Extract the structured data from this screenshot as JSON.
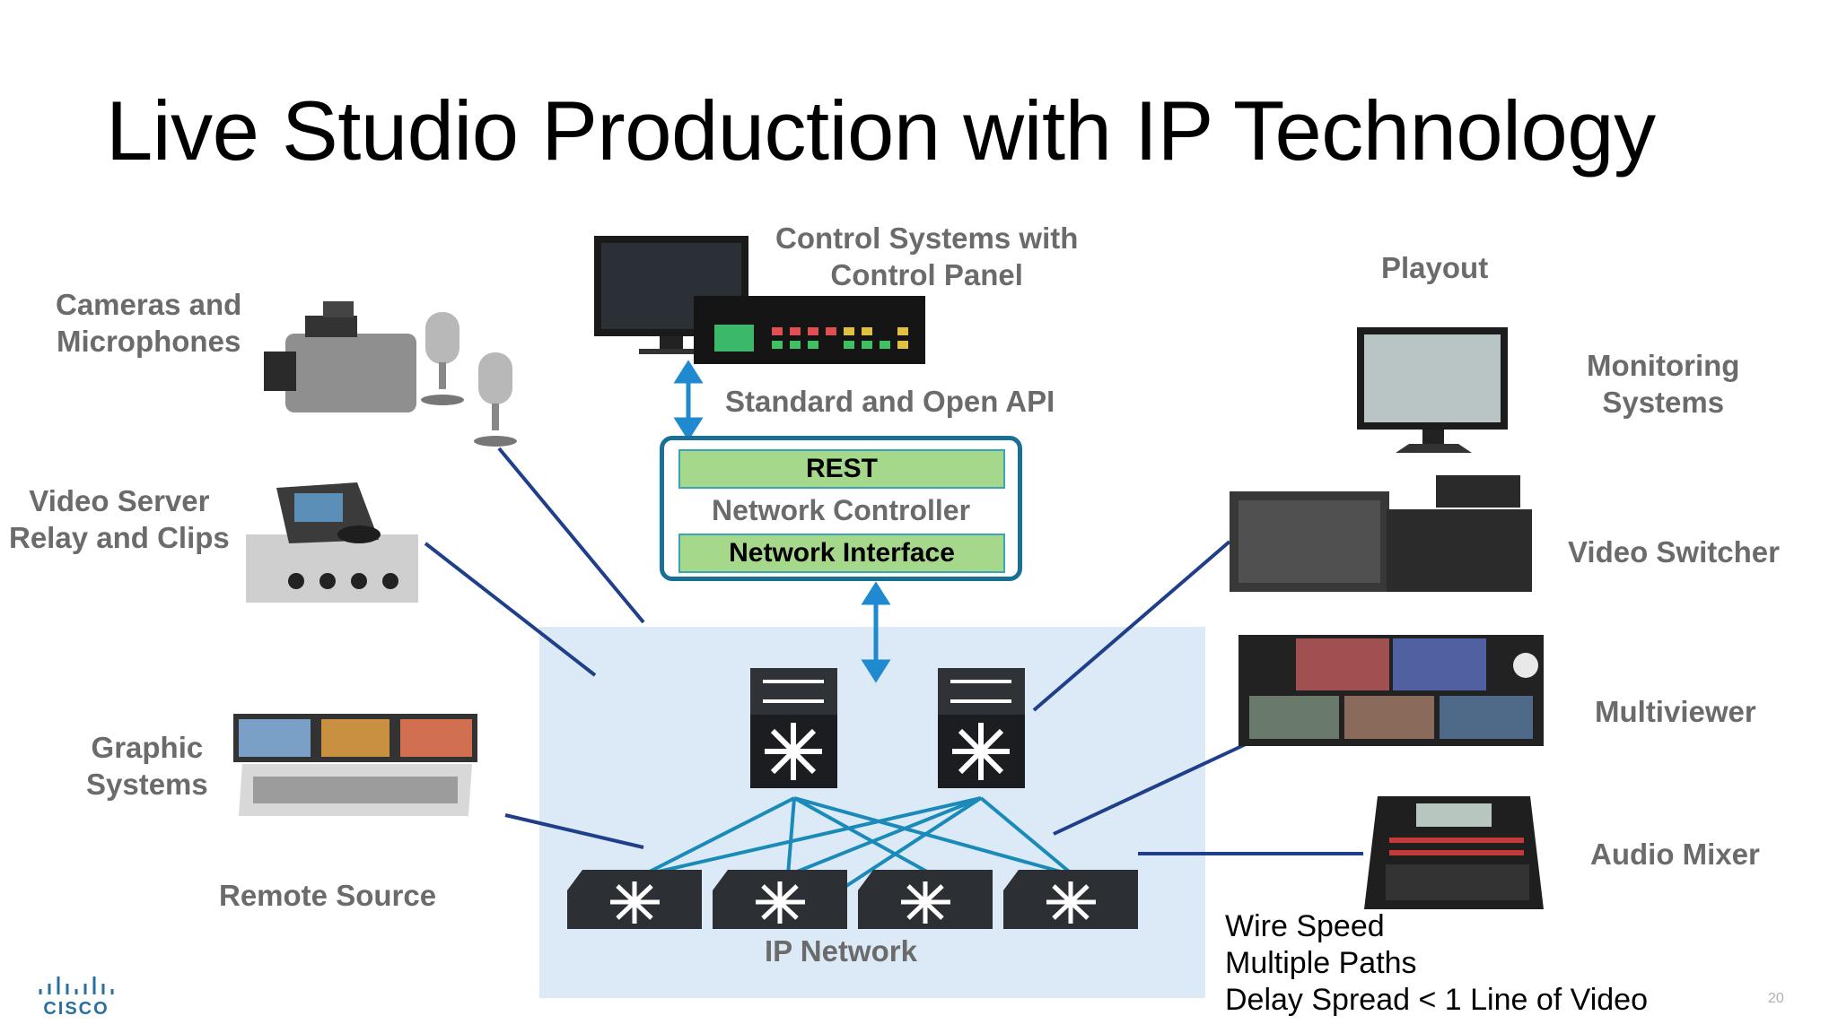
{
  "title": "Live Studio Production with IP Technology",
  "labels": {
    "cameras": [
      "Cameras and",
      "Microphones"
    ],
    "video_server": [
      "Video Server",
      "Relay and Clips"
    ],
    "graphic": [
      "Graphic",
      "Systems"
    ],
    "remote": "Remote Source",
    "control": [
      "Control Systems with",
      "Control Panel"
    ],
    "api": "Standard and Open API",
    "playout": "Playout",
    "monitoring": [
      "Monitoring",
      "Systems"
    ],
    "video_switcher": "Video Switcher",
    "multiviewer": "Multiviewer",
    "audio_mixer": "Audio Mixer",
    "ip_network": "IP Network"
  },
  "controller": {
    "rest": "REST",
    "name": "Network Controller",
    "interface": "Network Interface"
  },
  "notes": [
    "Wire Speed",
    "Multiple Paths",
    "Delay Spread < 1 Line of Video"
  ],
  "page_number": "20",
  "logo_text": "CISCO",
  "colors": {
    "title": "#000000",
    "label_gray": "#6b6b6b",
    "connector_blue": "#1f3f8a",
    "mesh_teal": "#1a8bb8",
    "api_arrow": "#1f8ad0",
    "network_bg": "#dbeaf6",
    "bar_green": "#a6d88b"
  }
}
